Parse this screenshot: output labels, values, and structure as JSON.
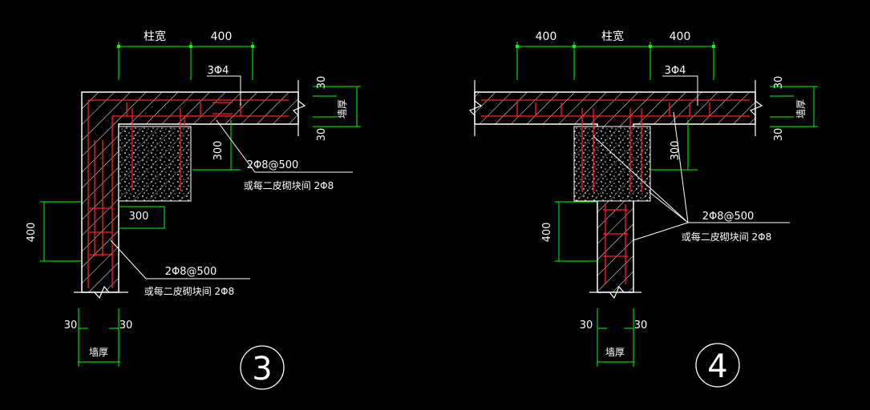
{
  "colors": {
    "background": "#000000",
    "outline": "#ffffff",
    "dimension": "#00ff00",
    "rebar": "#ff2020",
    "hatch": "#ffffff"
  },
  "detail3": {
    "number": "3",
    "dims": {
      "top_a": "柱宽",
      "top_b": "400",
      "right_top": "30",
      "right_bottom": "30",
      "right_label": "墙厚",
      "col_height": "300",
      "left": "400",
      "col_width": "300",
      "bottom_left": "30",
      "bottom_right": "30",
      "bottom_label": "墙厚"
    },
    "rebar_top": "3Φ4",
    "callout_a": {
      "line1": "2Φ8@500",
      "line2": "或每二皮砌块间 2Φ8"
    },
    "callout_b": {
      "line1": "2Φ8@500",
      "line2": "或每二皮砌块间 2Φ8"
    }
  },
  "detail4": {
    "number": "4",
    "dims": {
      "top_a": "400",
      "top_b": "柱宽",
      "top_c": "400",
      "right_top": "30",
      "right_bottom": "30",
      "right_label": "墙厚",
      "col_height": "300",
      "left": "400",
      "bottom_left": "30",
      "bottom_right": "30",
      "bottom_label": "墙厚"
    },
    "rebar_top": "3Φ4",
    "callout": {
      "line1": "2Φ8@500",
      "line2": "或每二皮砌块间 2Φ8"
    }
  }
}
